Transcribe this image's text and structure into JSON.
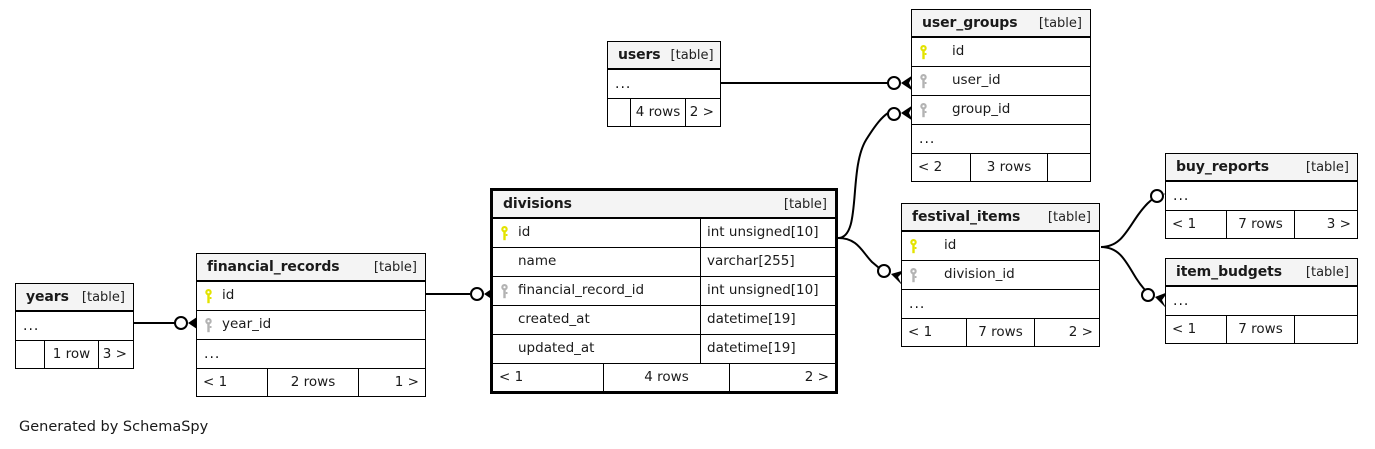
{
  "diagram": {
    "kind": "entity-relationship-diagram",
    "generator_credit": "Generated by SchemaSpy",
    "table_tag": "[table]",
    "ellipsis": "...",
    "colors": {
      "primary_key": "#e3e300",
      "foreign_key": "#b3b3b3",
      "header_background": "#f4f4f4",
      "border": "#000000",
      "canvas": "#ffffff"
    }
  },
  "tables": {
    "years": {
      "name": "years",
      "tag": "[table]",
      "columns": [],
      "has_more": true,
      "more_label": "...",
      "footer": {
        "prev": "",
        "rows": "1 row",
        "next": "3 >"
      }
    },
    "financial_records": {
      "name": "financial_records",
      "tag": "[table]",
      "columns": [
        {
          "label": "id",
          "key": "primary"
        },
        {
          "label": "year_id",
          "key": "foreign"
        }
      ],
      "has_more": true,
      "more_label": "...",
      "footer": {
        "prev": "< 1",
        "rows": "2 rows",
        "next": "1 >"
      }
    },
    "divisions": {
      "name": "divisions",
      "tag": "[table]",
      "focus": true,
      "columns": [
        {
          "label": "id",
          "key": "primary",
          "type": "int unsigned[10]"
        },
        {
          "label": "name",
          "key": "none",
          "type": "varchar[255]"
        },
        {
          "label": "financial_record_id",
          "key": "foreign",
          "type": "int unsigned[10]"
        },
        {
          "label": "created_at",
          "key": "none",
          "type": "datetime[19]"
        },
        {
          "label": "updated_at",
          "key": "none",
          "type": "datetime[19]"
        }
      ],
      "has_more": false,
      "footer": {
        "prev": "< 1",
        "rows": "4 rows",
        "next": "2 >"
      }
    },
    "users": {
      "name": "users",
      "tag": "[table]",
      "columns": [],
      "has_more": true,
      "more_label": "...",
      "footer": {
        "prev": "",
        "rows": "4 rows",
        "next": "2 >"
      }
    },
    "user_groups": {
      "name": "user_groups",
      "tag": "[table]",
      "columns": [
        {
          "label": "id",
          "key": "primary"
        },
        {
          "label": "user_id",
          "key": "foreign"
        },
        {
          "label": "group_id",
          "key": "foreign"
        }
      ],
      "has_more": true,
      "more_label": "...",
      "footer": {
        "prev": "< 2",
        "rows": "3 rows",
        "next": ""
      }
    },
    "festival_items": {
      "name": "festival_items",
      "tag": "[table]",
      "columns": [
        {
          "label": "id",
          "key": "primary"
        },
        {
          "label": "division_id",
          "key": "foreign"
        }
      ],
      "has_more": true,
      "more_label": "...",
      "footer": {
        "prev": "< 1",
        "rows": "7 rows",
        "next": "2 >"
      }
    },
    "buy_reports": {
      "name": "buy_reports",
      "tag": "[table]",
      "columns": [],
      "has_more": true,
      "more_label": "...",
      "footer": {
        "prev": "< 1",
        "rows": "7 rows",
        "next": "3 >"
      }
    },
    "item_budgets": {
      "name": "item_budgets",
      "tag": "[table]",
      "columns": [],
      "has_more": true,
      "more_label": "...",
      "footer": {
        "prev": "< 1",
        "rows": "7 rows",
        "next": ""
      }
    }
  },
  "relationships": [
    {
      "from": "years",
      "to": "financial_records",
      "to_column": "year_id",
      "optional": true
    },
    {
      "from": "financial_records",
      "to": "divisions",
      "to_column": "financial_record_id",
      "optional": true
    },
    {
      "from": "users",
      "to": "user_groups",
      "to_column": "user_id",
      "optional": true
    },
    {
      "from": "divisions",
      "to": "user_groups",
      "to_column": "group_id",
      "optional": true
    },
    {
      "from": "divisions",
      "to": "festival_items",
      "to_column": "division_id",
      "optional": true
    },
    {
      "from": "festival_items",
      "to": "buy_reports",
      "to_column": "",
      "optional": true
    },
    {
      "from": "festival_items",
      "to": "item_budgets",
      "to_column": "",
      "optional": true
    }
  ]
}
